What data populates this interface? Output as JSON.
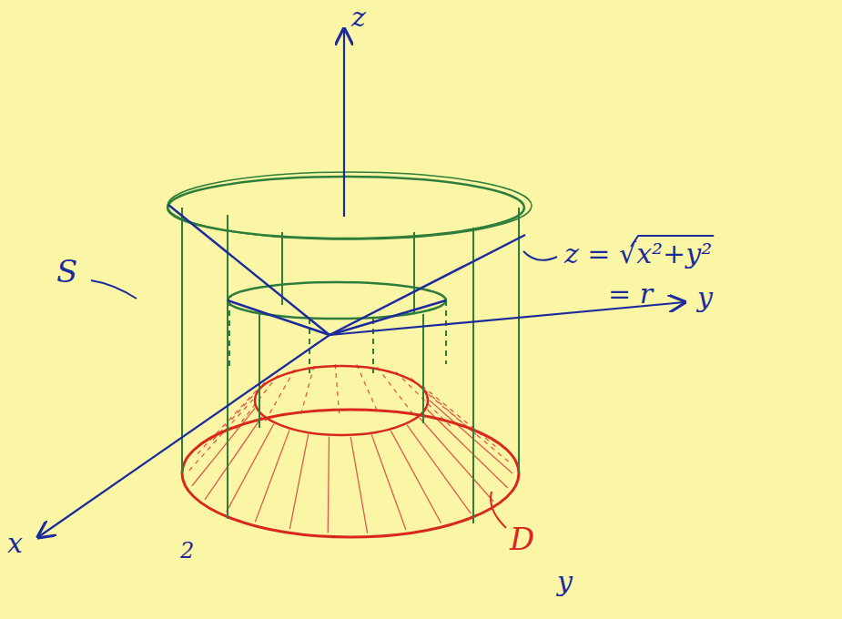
{
  "diagram": {
    "labels": [
      "z",
      "y",
      "x",
      "2",
      "S",
      "D",
      "z = √x²+y²",
      "= r",
      "y"
    ]
  }
}
